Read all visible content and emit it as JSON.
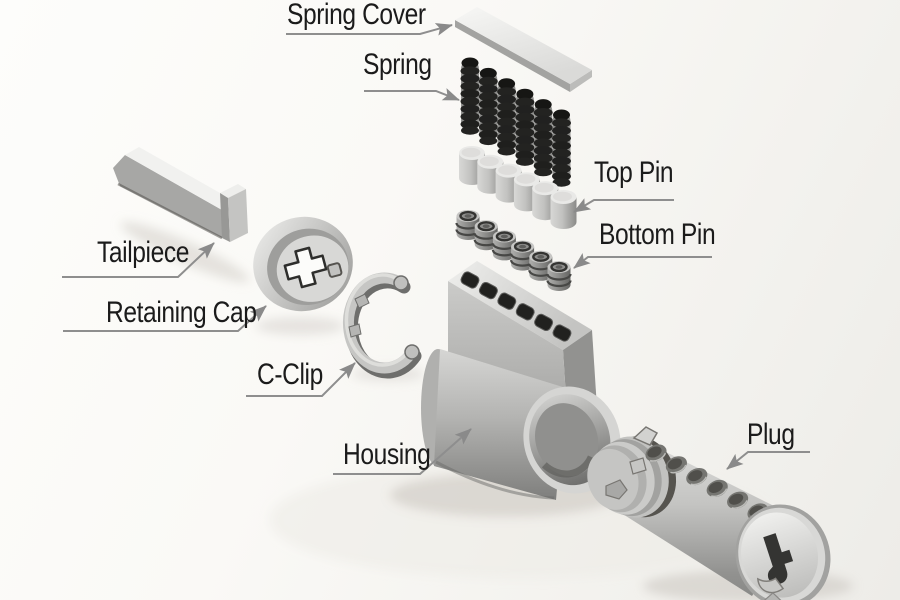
{
  "diagram": {
    "labels": {
      "spring_cover": "Spring Cover",
      "spring": "Spring",
      "top_pin": "Top Pin",
      "bottom_pin": "Bottom Pin",
      "tailpiece": "Tailpiece",
      "retaining_cap": "Retaining Cap",
      "c_clip": "C-Clip",
      "housing": "Housing",
      "plug": "Plug"
    },
    "counts": {
      "springs": 6,
      "top_pins": 6,
      "bottom_pins": 6,
      "housing_pin_holes": 6,
      "plug_pin_holes": 6
    },
    "colors": {
      "background": "#f8f7f4",
      "label_text": "#1b1b1b",
      "leader_line": "#8c8c8c",
      "metal_light": "#e8e8e6",
      "metal_mid": "#b2b2b0",
      "metal_dark": "#7a7a78",
      "spring_black": "#1d1d1b"
    }
  }
}
